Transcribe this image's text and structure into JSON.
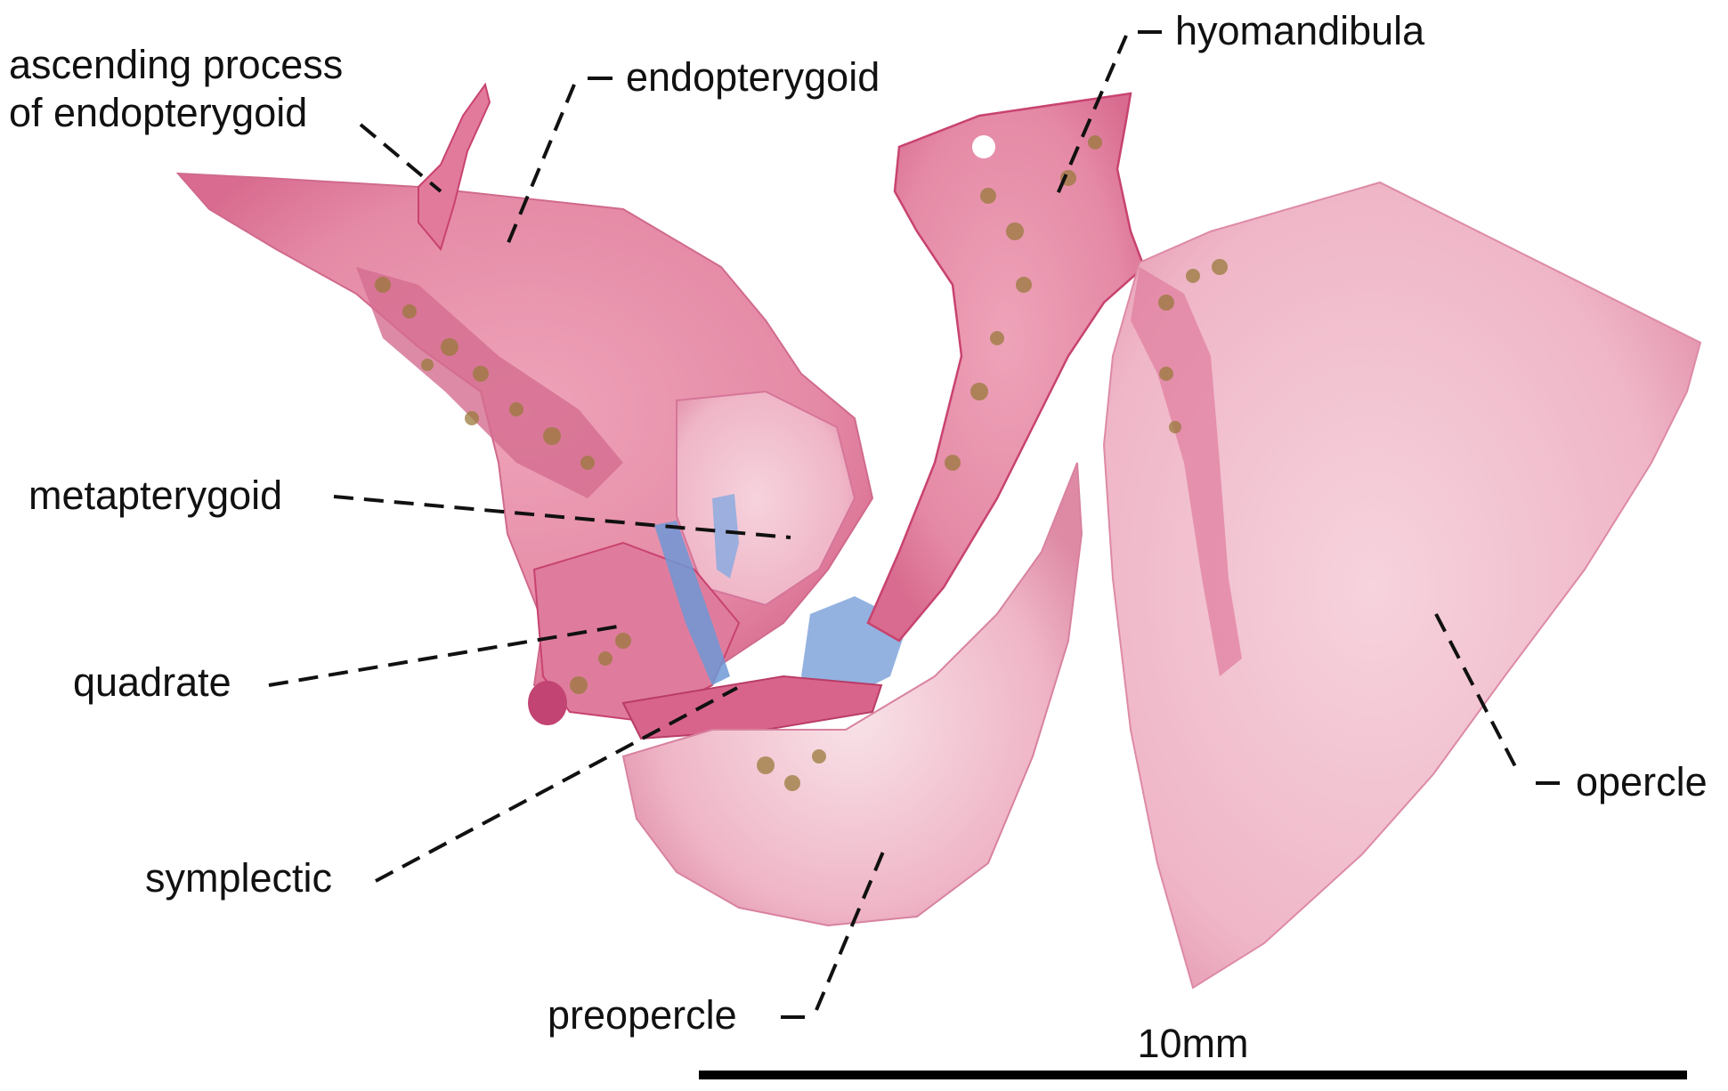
{
  "labels": {
    "ascending_line1": "ascending process",
    "ascending_line2": "of endopterygoid",
    "endopterygoid": "endopterygoid",
    "hyomandibula": "hyomandibula",
    "metapterygoid": "metapterygoid",
    "quadrate": "quadrate",
    "symplectic": "symplectic",
    "preopercle": "preopercle",
    "opercle": "opercle"
  },
  "scale_bar": {
    "label": "10mm"
  },
  "colors": {
    "bone_pink": "#e58aa6",
    "bone_light": "#f2bccb",
    "bone_dark": "#c8436f",
    "cartilage_blue": "#6f98d6",
    "pigment_brown": "#9a7a3c",
    "label_text": "#111111"
  }
}
